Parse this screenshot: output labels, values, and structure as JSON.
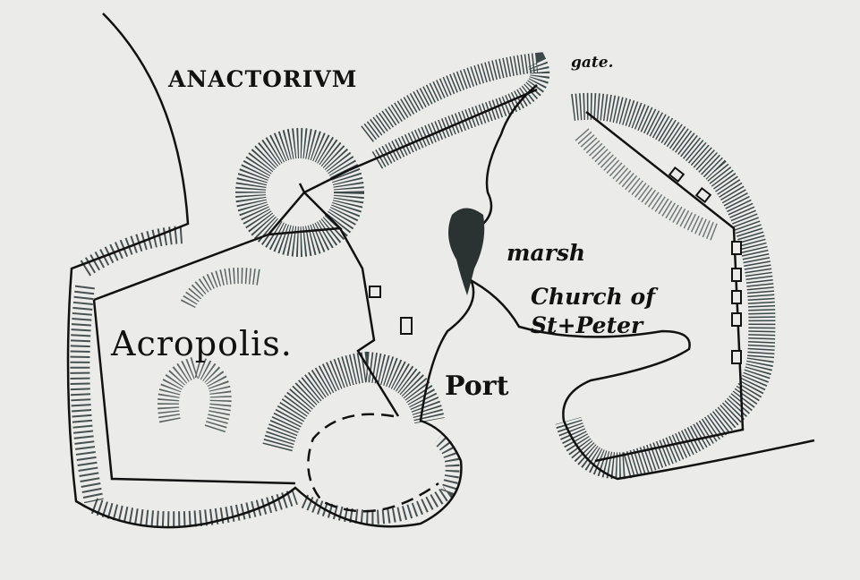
{
  "map": {
    "labels": {
      "town": "ANACTORIVM",
      "gate": "gate.",
      "marsh": "marsh",
      "church_line1": "Church of",
      "church_line2": "St+Peter",
      "acropolis": "Acropolis.",
      "port": "Port"
    },
    "colors": {
      "paper": "#ebebea",
      "ink": "#111111",
      "hachure": "#1f2b2b"
    }
  }
}
